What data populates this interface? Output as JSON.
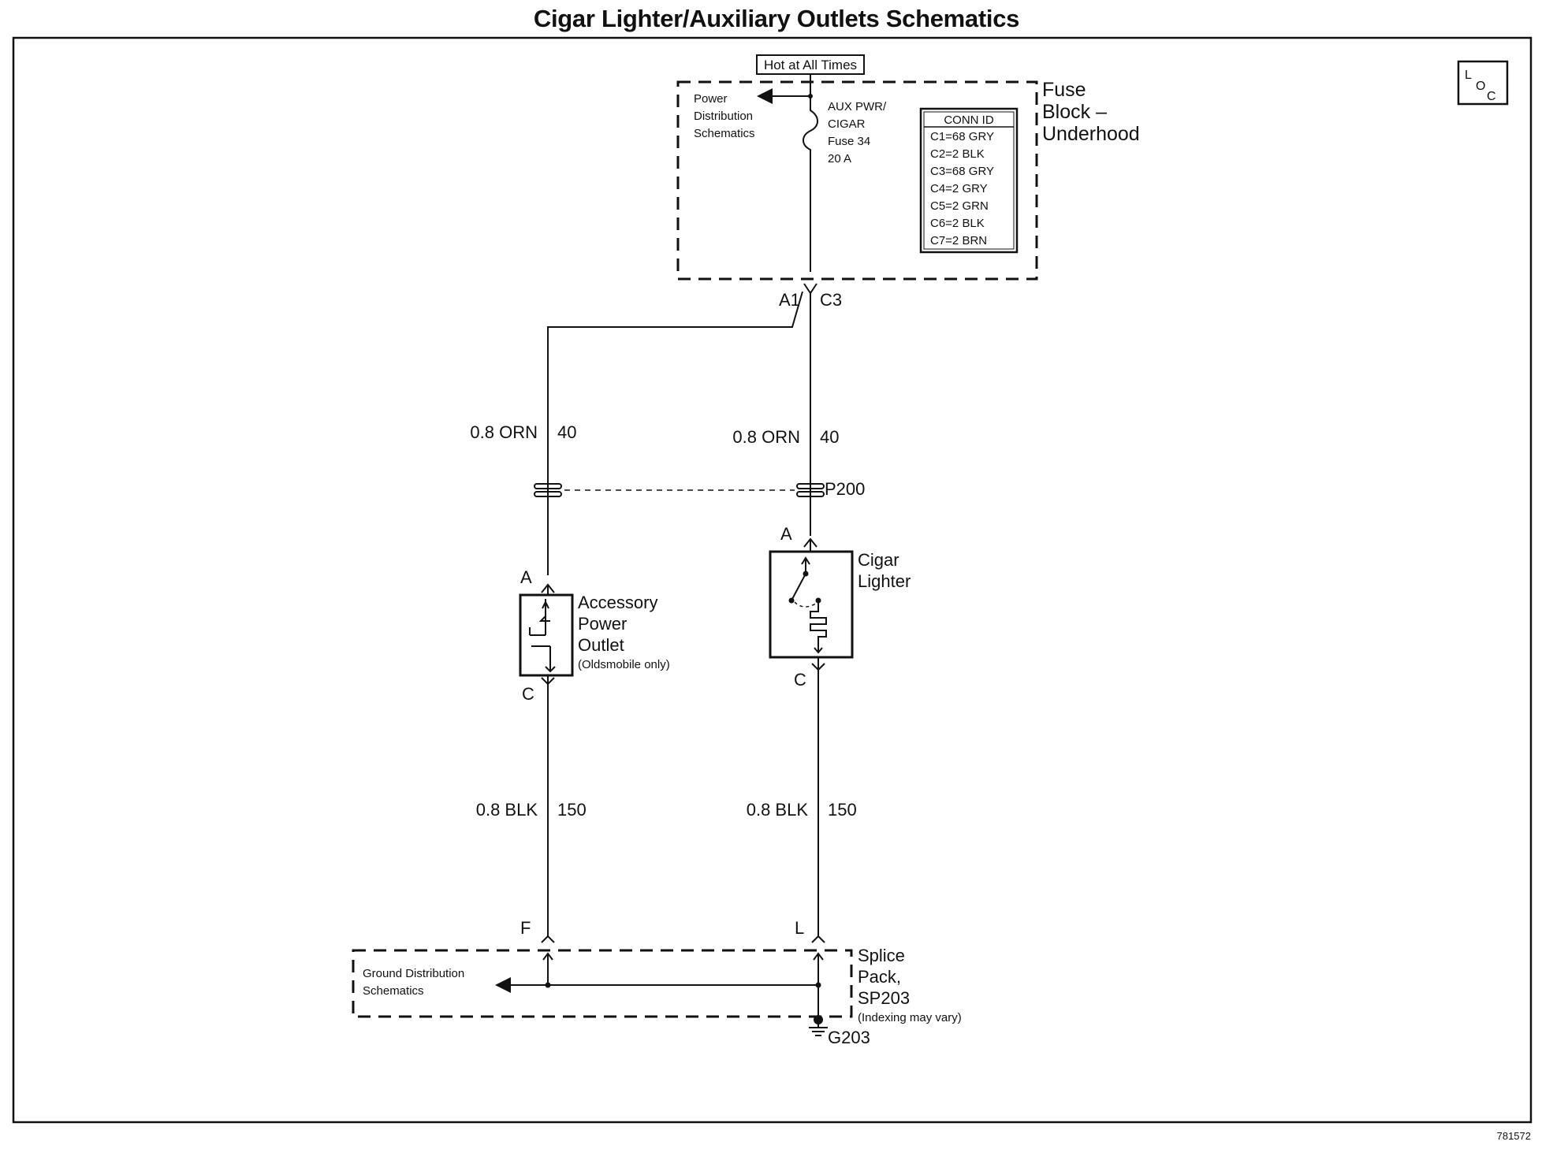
{
  "title": "Cigar Lighter/Auxiliary Outlets Schematics",
  "figure_number": "781572",
  "loc_symbol": {
    "l": "L",
    "o": "O",
    "c": "C"
  },
  "fuse_block": {
    "hot_label": "Hot at All Times",
    "power_dist_line1": "Power",
    "power_dist_line2": "Distribution",
    "power_dist_line3": "Schematics",
    "fuse_line1": "AUX PWR/",
    "fuse_line2": "CIGAR",
    "fuse_line3": "Fuse 34",
    "fuse_line4": "20 A",
    "name_line1": "Fuse",
    "name_line2": "Block –",
    "name_line3": "Underhood",
    "conn_title": "CONN ID",
    "conn_items": [
      "C1=68 GRY",
      "C2=2 BLK",
      "C3=68 GRY",
      "C4=2 GRY",
      "C5=2 GRN",
      "C6=2 BLK",
      "C7=2 BRN"
    ],
    "pin_a1": "A1",
    "pin_c3": "C3"
  },
  "left_branch": {
    "upper_wire_size": "0.8 ORN",
    "upper_wire_circuit": "40",
    "pin_top": "A",
    "device_line1": "Accessory",
    "device_line2": "Power",
    "device_line3": "Outlet",
    "device_note": "(Oldsmobile only)",
    "pin_bottom": "C",
    "lower_wire_size": "0.8 BLK",
    "lower_wire_circuit": "150",
    "splice_pin": "F"
  },
  "right_branch": {
    "upper_wire_size": "0.8 ORN",
    "upper_wire_circuit": "40",
    "pin_top": "A",
    "device_line1": "Cigar",
    "device_line2": "Lighter",
    "pin_bottom": "C",
    "lower_wire_size": "0.8 BLK",
    "lower_wire_circuit": "150",
    "splice_pin": "L"
  },
  "connector_p200": "P200",
  "splice_pack": {
    "ground_dist_line1": "Ground Distribution",
    "ground_dist_line2": "Schematics",
    "name_line1": "Splice",
    "name_line2": "Pack,",
    "name_line3": "SP203",
    "note": "(Indexing may vary)",
    "ground_label": "G203"
  }
}
